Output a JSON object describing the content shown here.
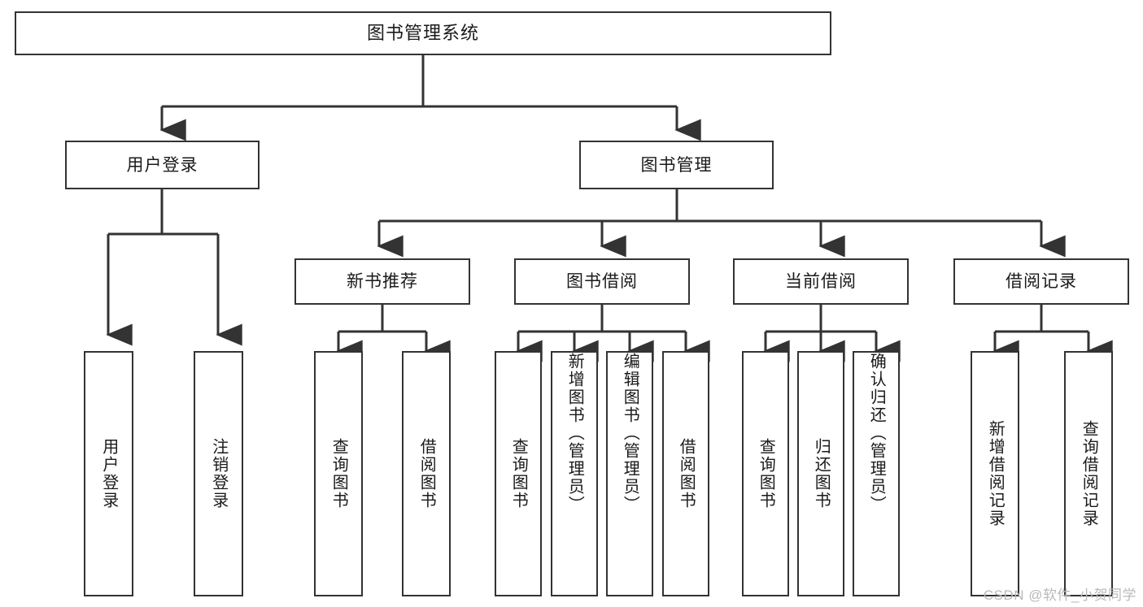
{
  "diagram": {
    "title": "图书管理系统",
    "type": "tree",
    "root": {
      "label": "图书管理系统"
    },
    "level2": [
      {
        "id": "user-login",
        "label": "用户登录"
      },
      {
        "id": "book-manage",
        "label": "图书管理"
      }
    ],
    "level3": [
      {
        "id": "new-book-recommend",
        "label": "新书推荐"
      },
      {
        "id": "book-borrow",
        "label": "图书借阅"
      },
      {
        "id": "current-borrow",
        "label": "当前借阅"
      },
      {
        "id": "borrow-record",
        "label": "借阅记录"
      }
    ],
    "leaves": {
      "user_login": [
        {
          "id": "leaf-user-login",
          "label": "用户登录"
        },
        {
          "id": "leaf-logout-login",
          "label": "注销登录"
        }
      ],
      "new_book_recommend": [
        {
          "id": "leaf-query-book-1",
          "label": "查询图书"
        },
        {
          "id": "leaf-borrow-book-1",
          "label": "借阅图书"
        }
      ],
      "book_borrow": [
        {
          "id": "leaf-query-book-2",
          "label": "查询图书"
        },
        {
          "id": "leaf-add-book",
          "label": "新增图书（管理员）"
        },
        {
          "id": "leaf-edit-book",
          "label": "编辑图书（管理员）"
        },
        {
          "id": "leaf-borrow-book-2",
          "label": "借阅图书"
        }
      ],
      "current_borrow": [
        {
          "id": "leaf-query-book-3",
          "label": "查询图书"
        },
        {
          "id": "leaf-return-book",
          "label": "归还图书"
        },
        {
          "id": "leaf-confirm-return",
          "label": "确认归还（管理员）"
        }
      ],
      "borrow_record": [
        {
          "id": "leaf-add-record",
          "label": "新增借阅记录"
        },
        {
          "id": "leaf-query-record",
          "label": "查询借阅记录"
        }
      ]
    }
  },
  "watermark": {
    "text": "CSDN @软件_小贺同学"
  },
  "colors": {
    "stroke": "#333333",
    "background": "#ffffff",
    "text": "#1a1a1a",
    "watermark": "#b9b9b9"
  }
}
